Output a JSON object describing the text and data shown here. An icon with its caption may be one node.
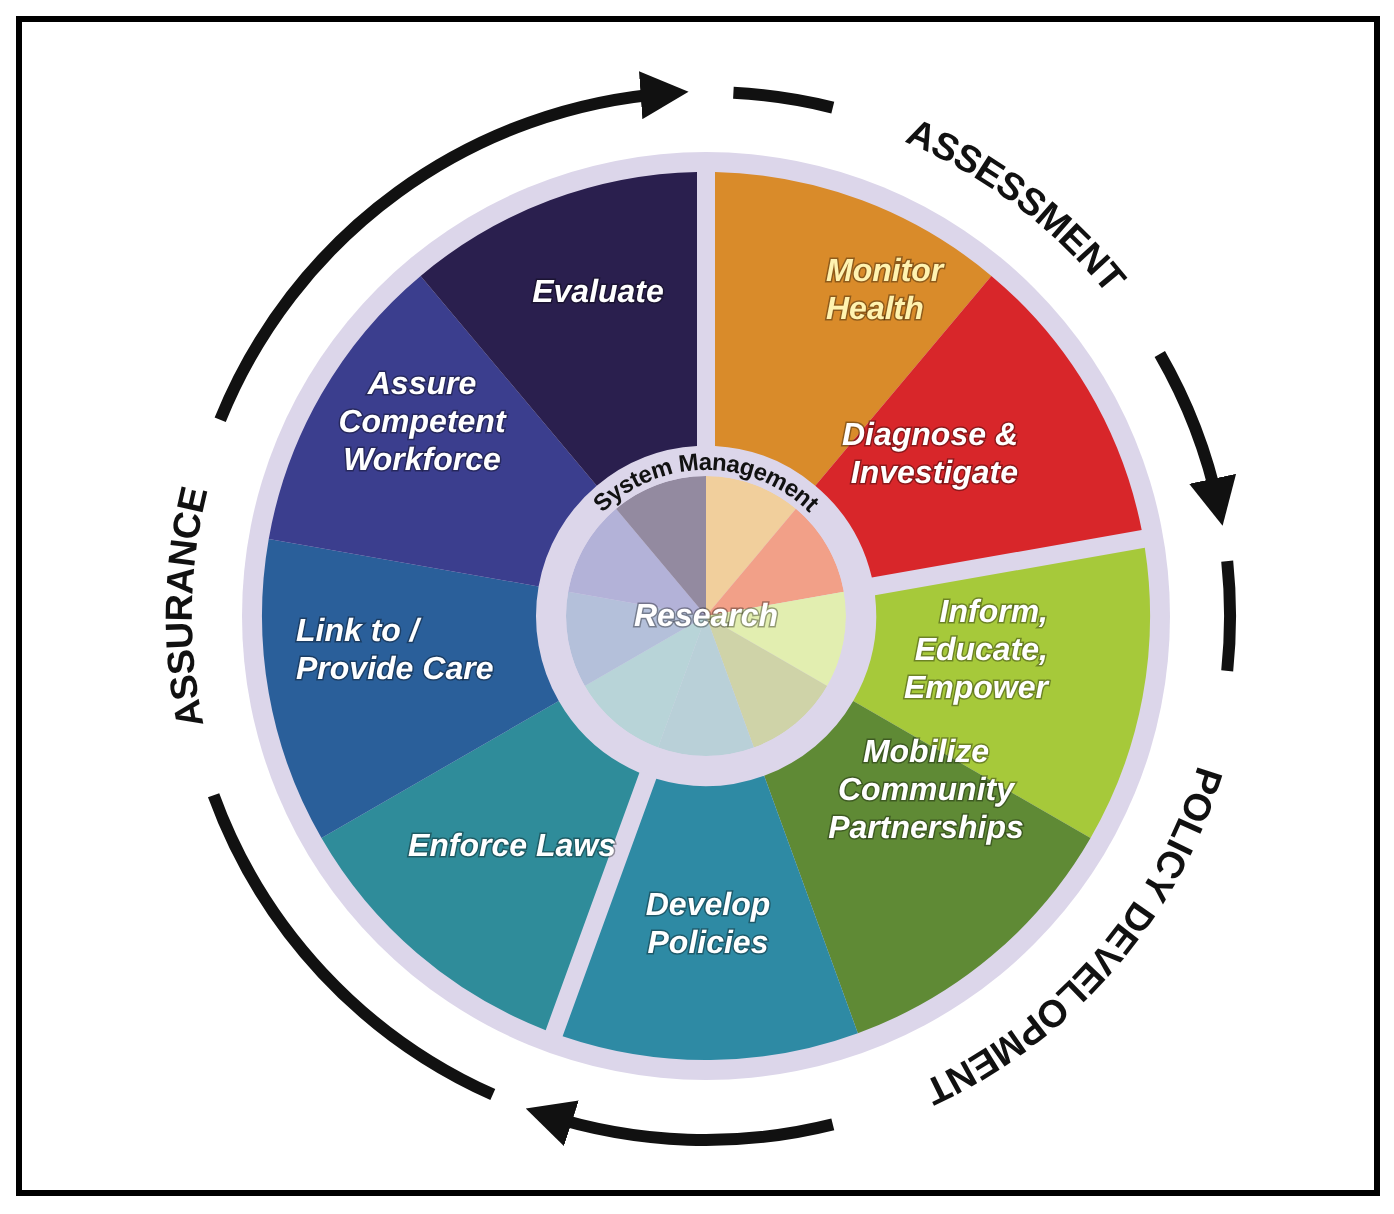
{
  "diagram": {
    "nodes": [
      {
        "text": [
          "Monitor Health"
        ]
      },
      {
        "text": [
          "Diagnose & Investigate"
        ]
      },
      {
        "text": [
          "Inform, Educate, Empower"
        ]
      },
      {
        "text": [
          "Mobilize Community Partnerships"
        ]
      },
      {
        "text": [
          "Develop Policies"
        ]
      },
      {
        "text": [
          "Enforce Laws"
        ]
      },
      {
        "text": [
          "Link to / Provide Care"
        ]
      },
      {
        "text": [
          "Assure Competent Workforce"
        ]
      },
      {
        "text": [
          "Evaluate"
        ]
      },
      {
        "text": [
          "System Management",
          "Research"
        ]
      }
    ],
    "edges": [],
    "labels": [
      "ASSESSMENT",
      "POLICY DEVELOPMENT",
      "ASSURANCE"
    ]
  }
}
